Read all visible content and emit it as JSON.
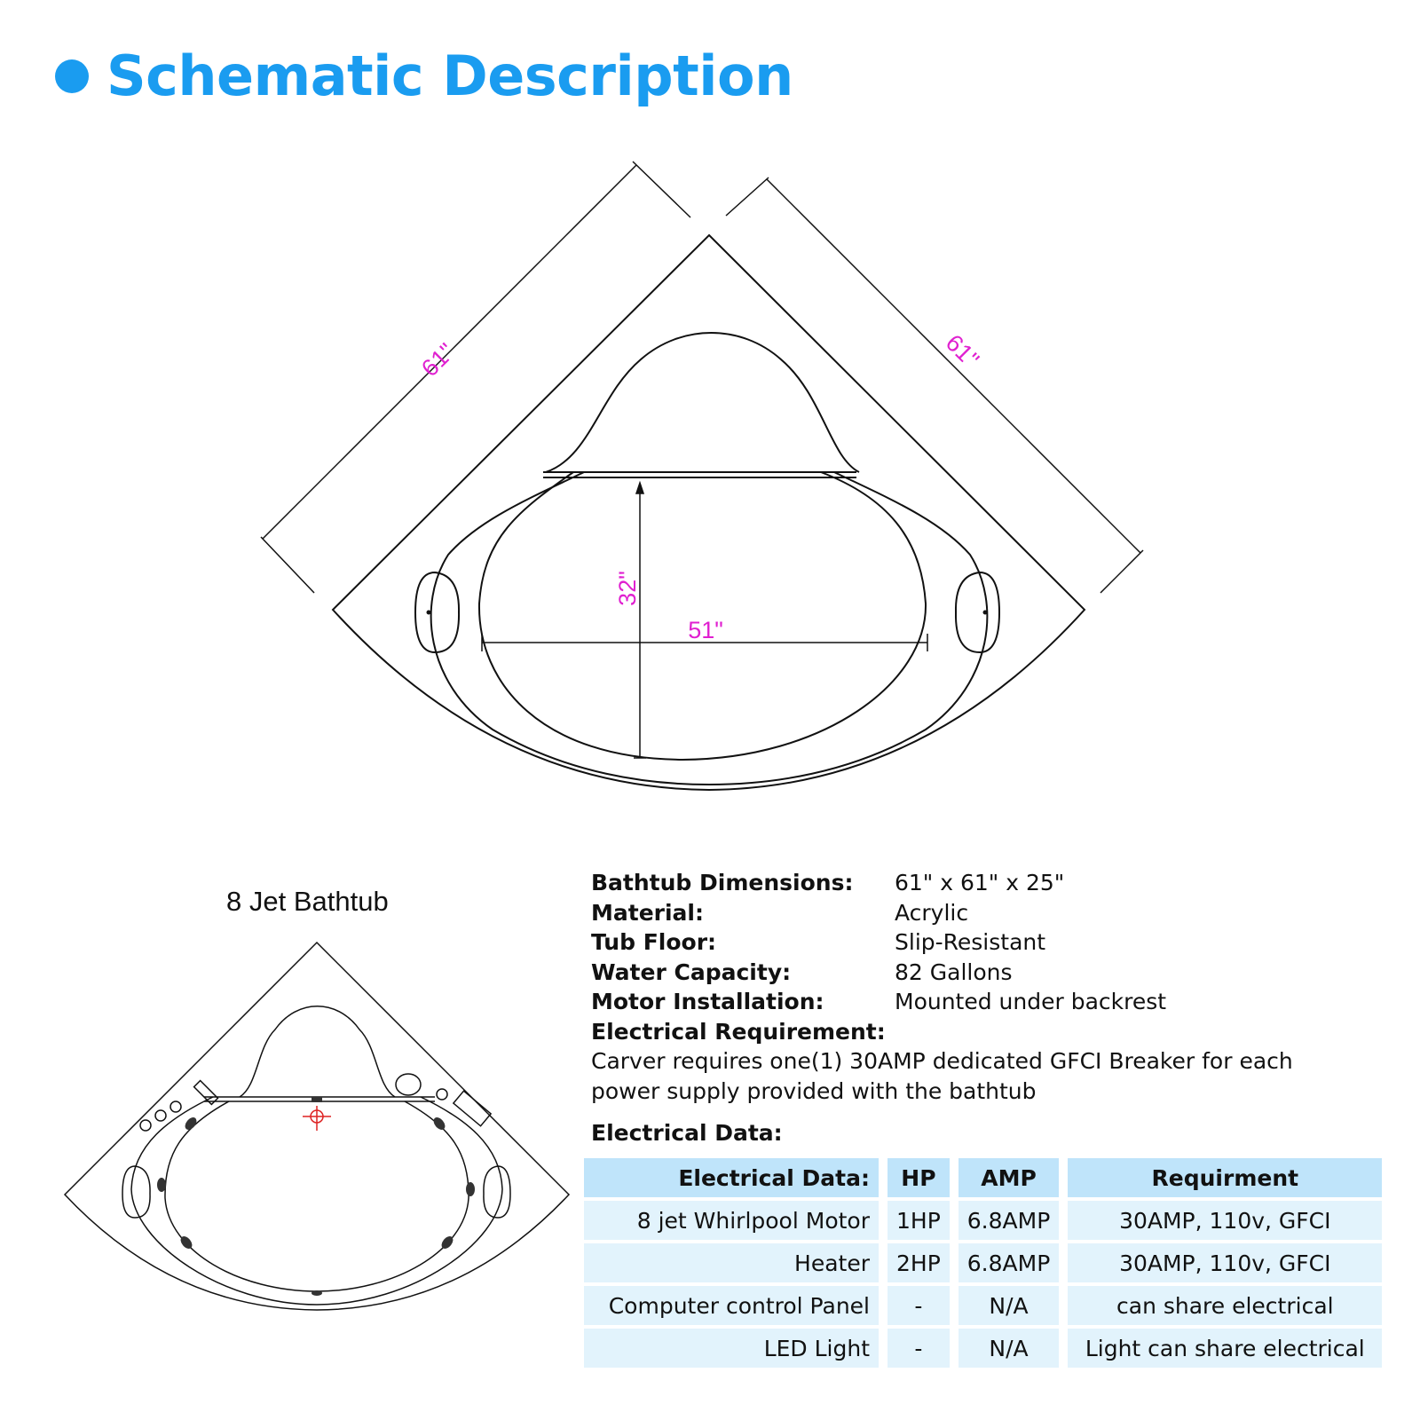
{
  "header": {
    "title": "Schematic Description"
  },
  "dimensions": {
    "left_side": "61\"",
    "right_side": "61\"",
    "depth": "32\"",
    "width": "51\""
  },
  "small_diagram": {
    "title": "8 Jet Bathtub"
  },
  "specs": {
    "rows": [
      {
        "label": "Bathtub Dimensions:",
        "value": "61\" x 61\" x 25\""
      },
      {
        "label": "Material:",
        "value": "Acrylic"
      },
      {
        "label": "Tub Floor:",
        "value": "Slip-Resistant"
      },
      {
        "label": "Water Capacity:",
        "value": "82 Gallons"
      },
      {
        "label": "Motor Installation:",
        "value": "Mounted under backrest"
      }
    ],
    "electrical_requirement_label": "Electrical Requirement:",
    "electrical_requirement_text": "Carver requires one(1) 30AMP dedicated GFCI Breaker for each power supply provided with the bathtub",
    "electrical_data_label": "Electrical Data:"
  },
  "electrical_table": {
    "headers": [
      "Electrical Data:",
      "HP",
      "AMP",
      "Requirment"
    ],
    "rows": [
      [
        "8 jet Whirlpool Motor",
        "1HP",
        "6.8AMP",
        "30AMP, 110v, GFCI"
      ],
      [
        "Heater",
        "2HP",
        "6.8AMP",
        "30AMP, 110v, GFCI"
      ],
      [
        "Computer control Panel",
        "-",
        "N/A",
        "can share electrical"
      ],
      [
        "LED Light",
        "-",
        "N/A",
        "Light can share electrical"
      ]
    ]
  },
  "colors": {
    "accent": "#1a9cf0",
    "dimension_text": "#e020d0",
    "table_header_bg": "#bfe4fa",
    "table_cell_bg": "#e2f3fc"
  }
}
